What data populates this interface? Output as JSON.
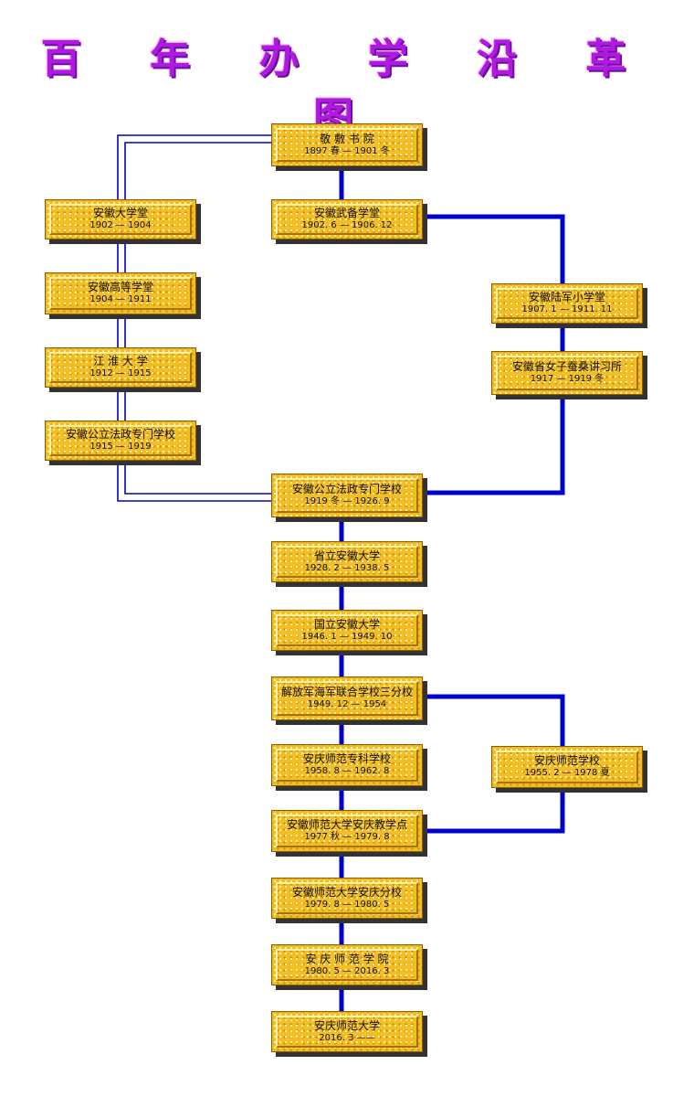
{
  "title": "百 年 办 学 沿 革 图",
  "nodes": [
    {
      "name": "敬 敷 书 院",
      "dates": "1897 春 —  1901 冬"
    },
    {
      "name": "安徽武备学堂",
      "dates": "1902. 6  — 1906. 12"
    },
    {
      "name": "安徽大学堂",
      "dates": "1902  —  1904"
    },
    {
      "name": "安徽高等学堂",
      "dates": "1904  —  1911"
    },
    {
      "name": "江 淮 大 学",
      "dates": "1912  —  1915"
    },
    {
      "name": "安徽公立法政专门学校",
      "dates": "1915  —  1919"
    },
    {
      "name": "安徽陆军小学堂",
      "dates": "1907. 1  —  1911. 11"
    },
    {
      "name": "安徽省女子蚕桑讲习所",
      "dates": "1917  —  1919 冬"
    },
    {
      "name": "安徽公立法政专门学校",
      "dates": "1919 冬  —  1926. 9"
    },
    {
      "name": "省立安徽大学",
      "dates": "1928. 2  —  1938. 5"
    },
    {
      "name": "国立安徽大学",
      "dates": "1946. 1  —  1949. 10"
    },
    {
      "name": "解放军海军联合学校三分校",
      "dates": "1949. 12  —  1954"
    },
    {
      "name": "安庆师范专科学校",
      "dates": "1958. 8  —  1962. 8"
    },
    {
      "name": "安庆师范学校",
      "dates": "1955. 2  —  1978  夏"
    },
    {
      "name": "安徽师范大学安庆教学点",
      "dates": "1977 秋  —  1979. 8"
    },
    {
      "name": "安徽师范大学安庆分校",
      "dates": "1979. 8  —  1980. 5"
    },
    {
      "name": "安 庆 师 范 学 院",
      "dates": "1980. 5  — 2016. 3"
    },
    {
      "name": "安庆师范大学",
      "dates": "2016. 3 ——"
    }
  ],
  "colors": {
    "title": "#b01ae0",
    "box": "#f3bd25",
    "line": "#0000cc"
  }
}
